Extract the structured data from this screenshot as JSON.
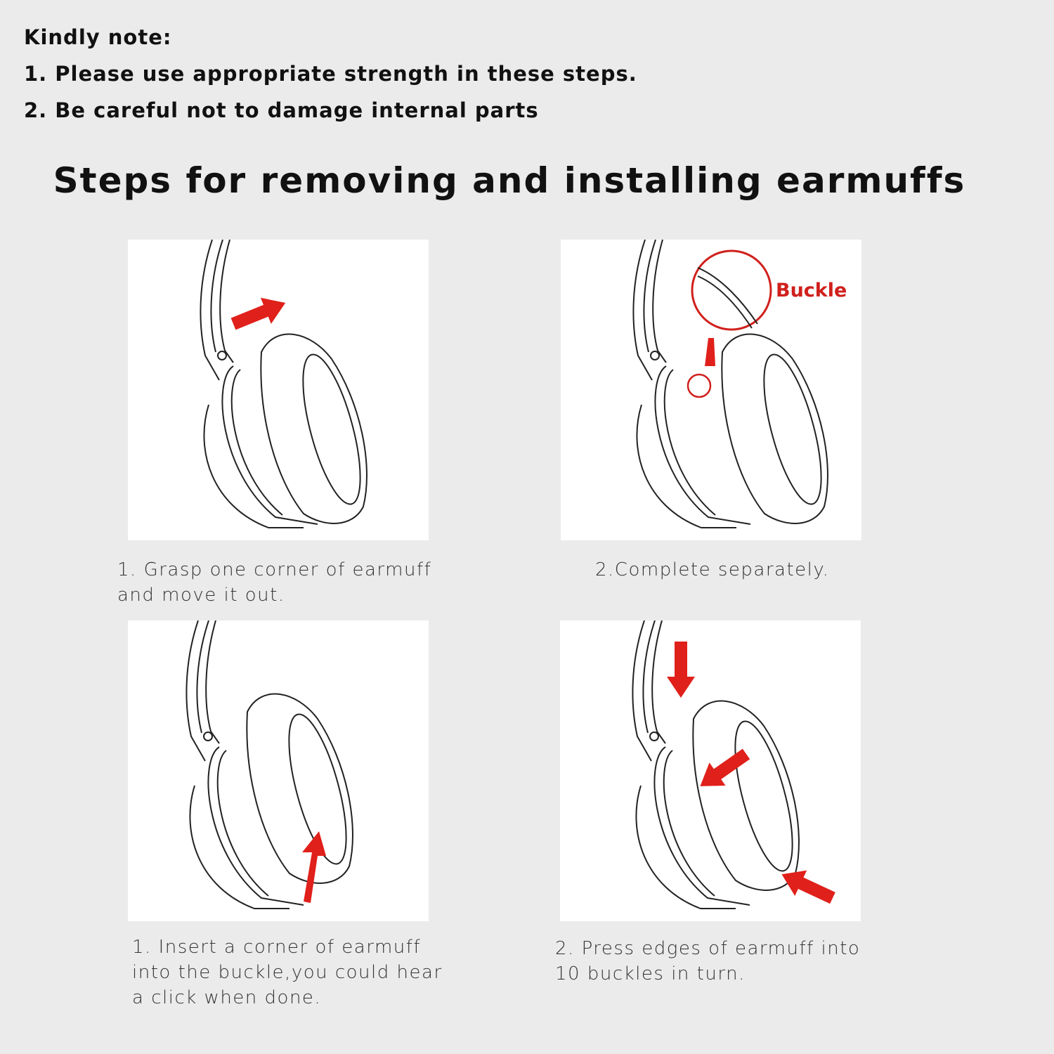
{
  "notes": {
    "heading": "Kindly note:",
    "items": [
      "1. Please use appropriate strength in these steps.",
      "2. Be careful not to damage internal parts"
    ]
  },
  "title": "Steps for removing and installing earmuffs",
  "steps": [
    {
      "caption_lines": [
        "1. Grasp one corner of earmuff",
        "and move it out."
      ]
    },
    {
      "caption_lines": [
        "2.Complete separately."
      ],
      "callout": "Buckle"
    },
    {
      "caption_lines": [
        "1. Insert a corner of earmuff",
        "into the buckle,you could hear",
        "a click when done."
      ]
    },
    {
      "caption_lines": [
        "2. Press edges of earmuff into",
        "10 buckles in turn."
      ]
    }
  ],
  "colors": {
    "accent": "#d0201c",
    "background": "#ebebeb"
  }
}
